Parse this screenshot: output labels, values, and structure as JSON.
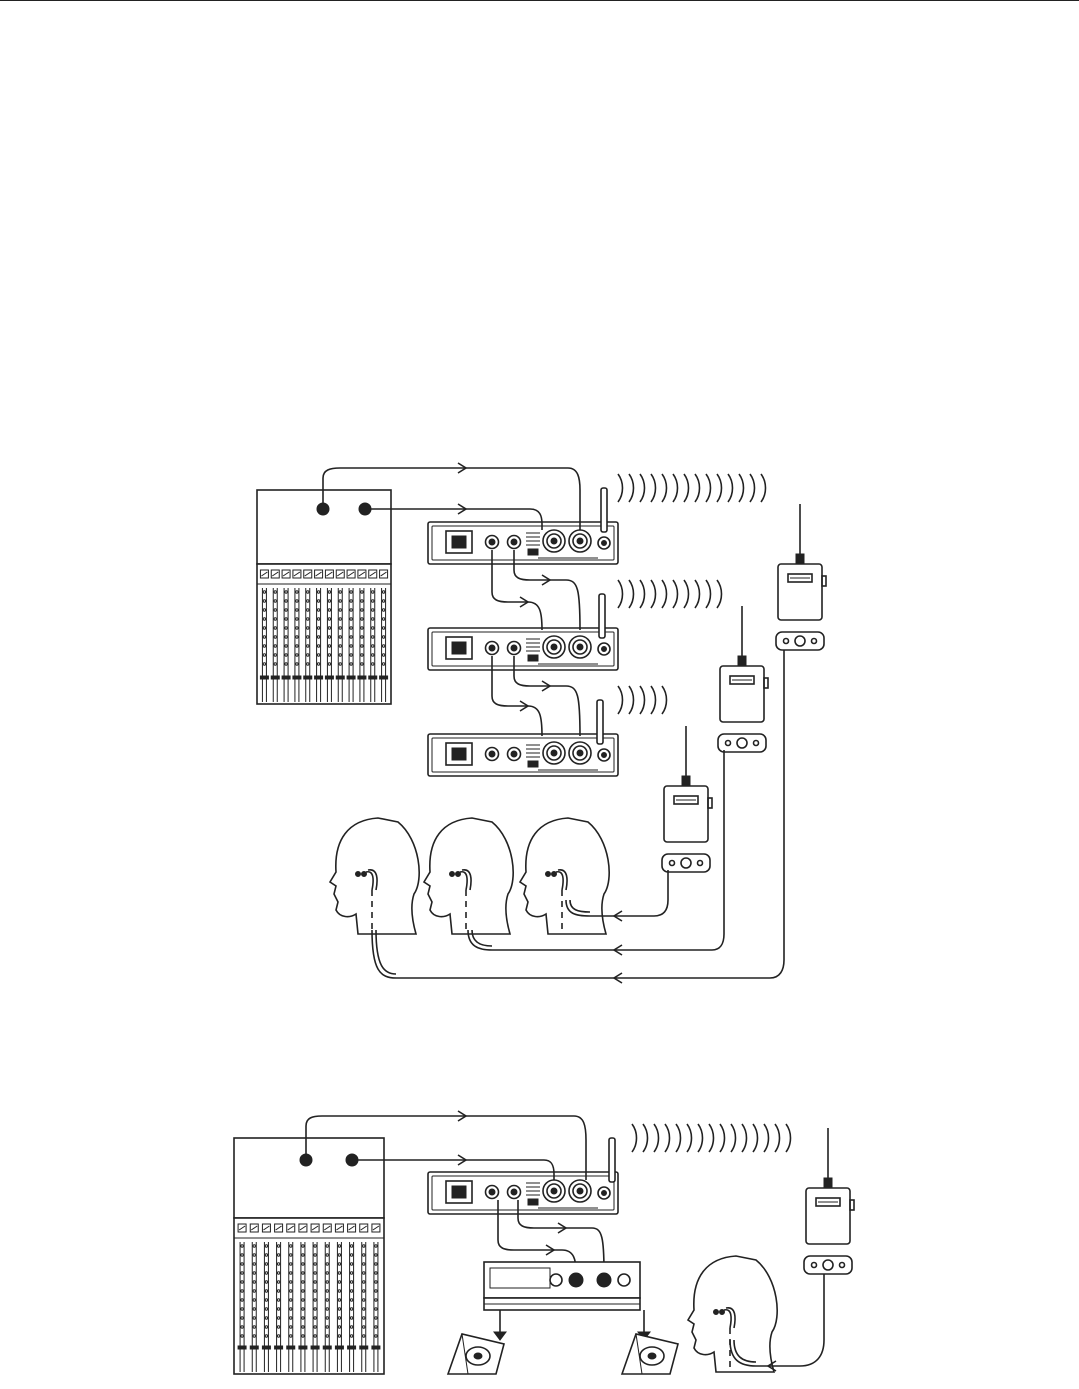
{
  "colors": {
    "ink": "#222222",
    "paper": "#ffffff"
  },
  "diagrams": [
    {
      "id": "three-mix",
      "elements": [
        "mixing-console",
        "transmitter",
        "transmitter",
        "transmitter",
        "bodypack-receiver",
        "bodypack-receiver",
        "bodypack-receiver",
        "listener-head",
        "listener-head",
        "listener-head"
      ]
    },
    {
      "id": "monitor-amp",
      "elements": [
        "mixing-console",
        "transmitter",
        "power-amplifier",
        "floor-monitor-wedge",
        "floor-monitor-wedge",
        "bodypack-receiver",
        "listener-head"
      ]
    }
  ],
  "icons": [
    "xlr-jack-icon",
    "antenna-icon",
    "radio-wave-icon",
    "signal-arrow-icon",
    "earphone-icon",
    "power-inlet-icon",
    "speaker-cone-icon",
    "knob-icon"
  ]
}
